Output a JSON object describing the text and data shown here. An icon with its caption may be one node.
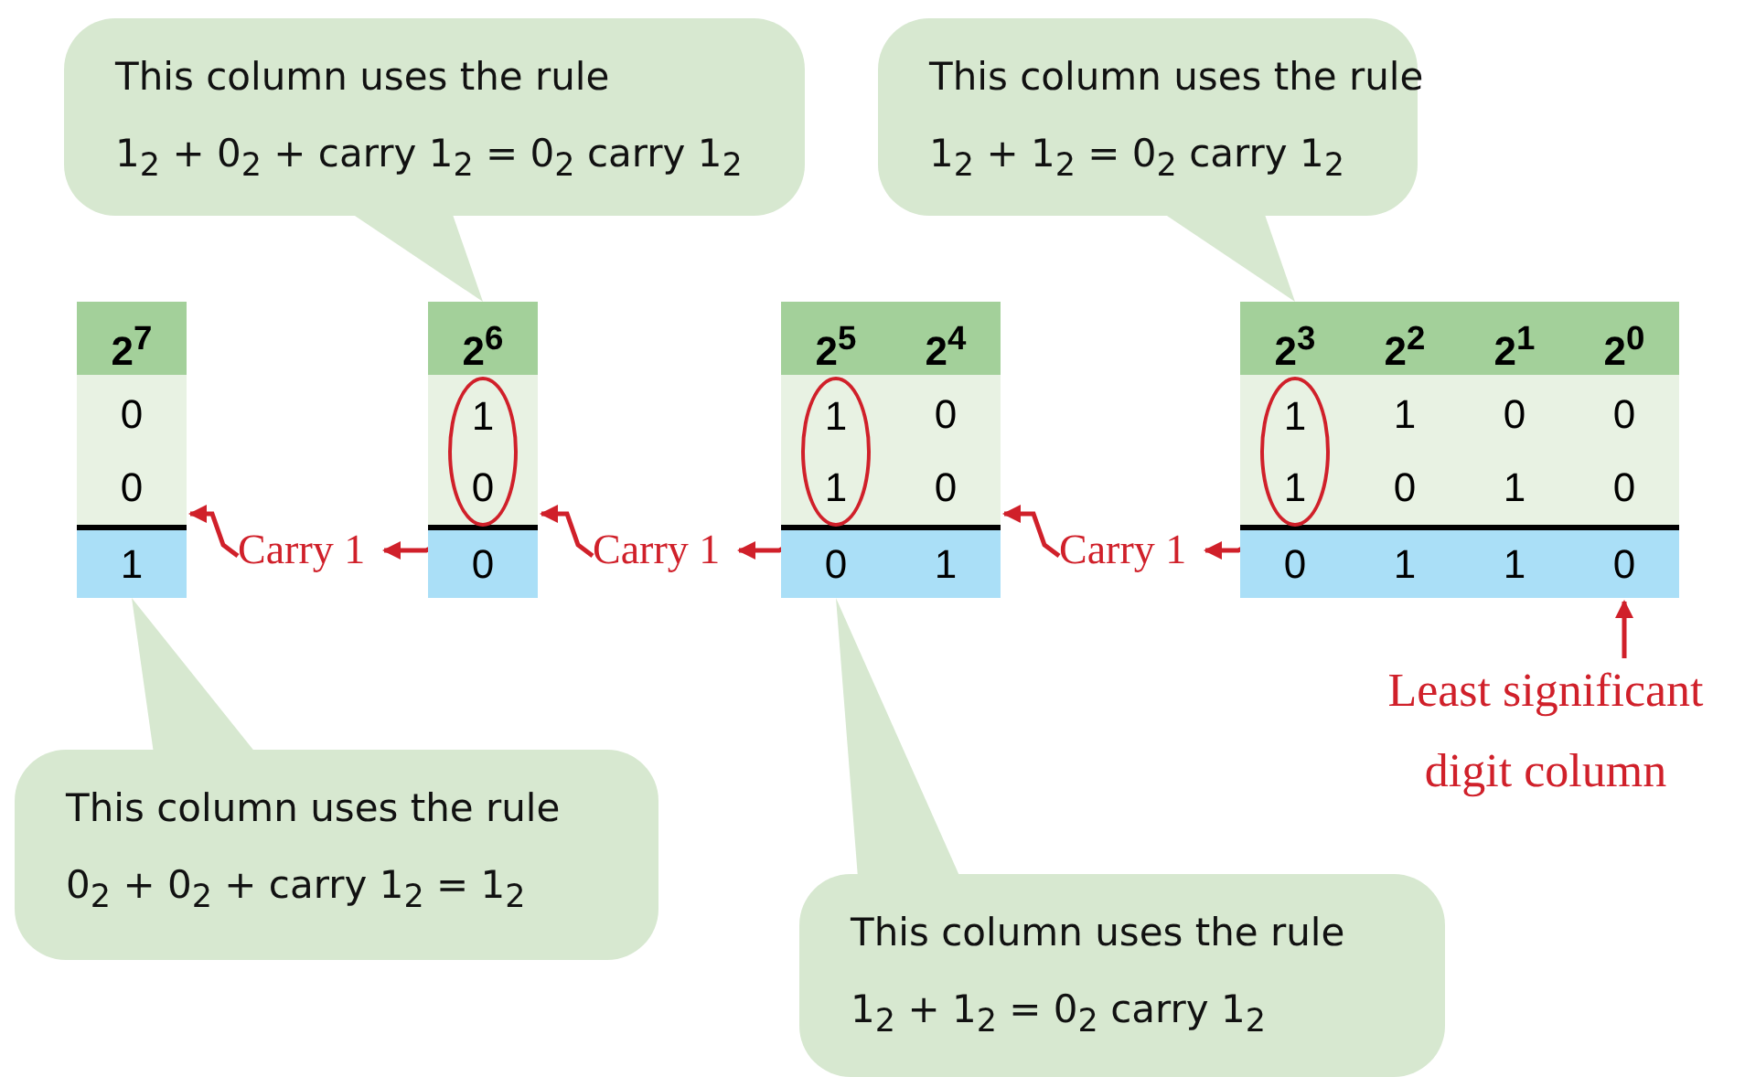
{
  "diagram": {
    "nodes": [
      {
        "text": [
          "This column uses the rule",
          "1$_{2}$ + 0$_{2}$ + carry 1$_{2}$ = 0$_{2}$ carry 1$_{2}$"
        ]
      },
      {
        "text": [
          "This column uses the rule",
          "1$_{2}$ + 1$_{2}$ = 0$_{2}$ carry 1$_{2}$"
        ]
      },
      {
        "text": [
          "2$^{7}$",
          "0",
          "0",
          "1"
        ]
      },
      {
        "text": [
          "2$^{6}$",
          "0"
        ]
      },
      {
        "text": [
          "2$^{5}$",
          "0"
        ]
      },
      {
        "text": [
          "2$^{4}$",
          "0",
          "0",
          "1"
        ]
      },
      {
        "text": [
          "2$^{3}$",
          "0"
        ]
      },
      {
        "text": [
          "2$^{2}$",
          "1",
          "0",
          "1"
        ]
      },
      {
        "text": [
          "2$^{1}$",
          "0",
          "1",
          "1"
        ]
      },
      {
        "text": [
          "2$^{0}$",
          "0",
          "0",
          "0"
        ]
      },
      {
        "text": [
          "1",
          "0"
        ],
        "in": 3
      },
      {
        "text": [
          "1",
          "1"
        ],
        "in": 4
      },
      {
        "text": [
          "1",
          "1"
        ],
        "in": 6
      },
      {
        "text": [
          "Carry 1"
        ]
      },
      {
        "text": [
          "Carry 1"
        ]
      },
      {
        "text": [
          "Carry 1"
        ]
      },
      {
        "text": [
          "Least significant digit column"
        ]
      },
      {
        "text": [
          "This column uses the rule",
          "0$_{2}$ + 0$_{2}$ + carry 1$_{2}$ = 1$_{2}$"
        ]
      },
      {
        "text": [
          "This column uses the rule",
          "1$_{2}$ + 1$_{2}$ = 0$_{2}$ carry 1$_{2}$"
        ]
      }
    ],
    "edges": [
      {
        "from": 0,
        "to": 3,
        "arrow": "to"
      },
      {
        "from": 1,
        "to": 6,
        "arrow": "to"
      },
      {
        "from": 10,
        "to": 13,
        "arrow": "to"
      },
      {
        "from": 13,
        "to": 2,
        "arrow": "to"
      },
      {
        "from": 11,
        "to": 14,
        "arrow": "to"
      },
      {
        "from": 14,
        "to": 3,
        "arrow": "to"
      },
      {
        "from": 12,
        "to": 15,
        "arrow": "to"
      },
      {
        "from": 15,
        "to": 5,
        "arrow": "to"
      },
      {
        "from": 16,
        "to": 9,
        "arrow": "to"
      },
      {
        "from": 17,
        "to": 2,
        "arrow": "to"
      },
      {
        "from": 18,
        "to": 4,
        "arrow": "to"
      }
    ]
  }
}
